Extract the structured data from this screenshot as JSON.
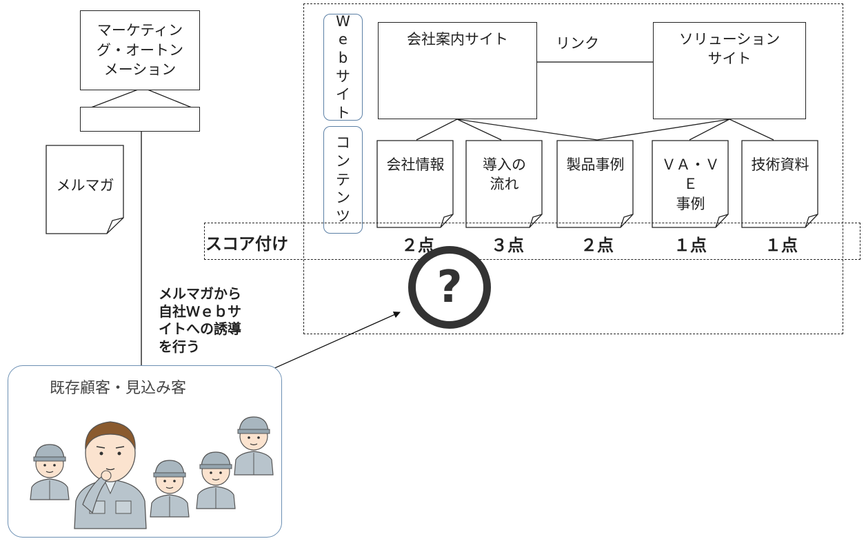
{
  "marketing_automation": {
    "label": "マーケティン\nグ・オートン\nメーション"
  },
  "newsletter": {
    "label": "メルマガ"
  },
  "website_group": {
    "label": "W\ne\nb\nサ\nイ\nト"
  },
  "contents_group": {
    "label": "コ\nン\nテ\nン\nツ"
  },
  "sites": {
    "company": "会社案内サイト",
    "solution": "ソリューション\nサイト",
    "link_label": "リンク"
  },
  "contents": [
    {
      "label": "会社情報",
      "score": "２点"
    },
    {
      "label": "導入の\n流れ",
      "score": "３点"
    },
    {
      "label": "製品事例",
      "score": "２点"
    },
    {
      "label": "ＶＡ・Ｖ\nＥ\n事例",
      "score": "１点"
    },
    {
      "label": "技術資料",
      "score": "１点"
    }
  ],
  "scoring": {
    "label": "スコア付け"
  },
  "unknown": {
    "symbol": "?"
  },
  "guide_note": {
    "label": "メルマガから\n自社Ｗｅｂサ\nイトへの誘導\nを行う"
  },
  "customers": {
    "label": "既存顧客・見込み客"
  },
  "colors": {
    "pill_border": "#5a7fa5",
    "customer_border": "#6b8fb3",
    "unknown_ring": "#333333",
    "worker_uniform": "#b8c4cc"
  }
}
